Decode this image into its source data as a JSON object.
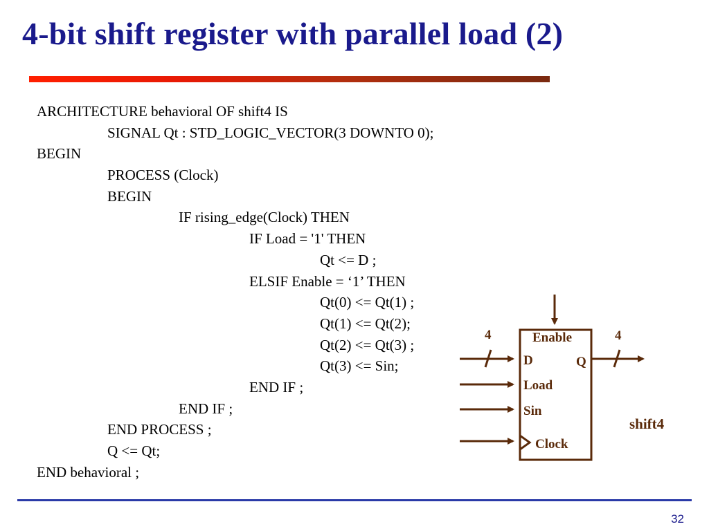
{
  "title": "4-bit shift register with parallel load (2)",
  "code_lines": [
    "ARCHITECTURE behavioral OF shift4 IS",
    "SIGNAL Qt : STD_LOGIC_VECTOR(3 DOWNTO 0);",
    "BEGIN",
    "PROCESS (Clock)",
    "BEGIN",
    "IF rising_edge(Clock) THEN",
    "IF Load = '1' THEN",
    "Qt <= D ;",
    "ELSIF Enable = ‘1’ THEN",
    "Qt(0) <= Qt(1) ;",
    "Qt(1) <= Qt(2);",
    "Qt(2) <= Qt(3) ;",
    "Qt(3) <= Sin;",
    "END IF ;",
    "END IF ;",
    "END PROCESS ;",
    "Q <= Qt;",
    "END behavioral ;"
  ],
  "diagram": {
    "block_name": "shift4",
    "ports": {
      "enable": "Enable",
      "d": "D",
      "q": "Q",
      "load": "Load",
      "sin": "Sin",
      "clock": "Clock"
    },
    "bus_width_in": "4",
    "bus_width_out": "4",
    "line_color": "#5a2a0a"
  },
  "page_number": "32",
  "colors": {
    "title": "#1a1a8c",
    "bottom_rule": "#2a3aa8"
  }
}
